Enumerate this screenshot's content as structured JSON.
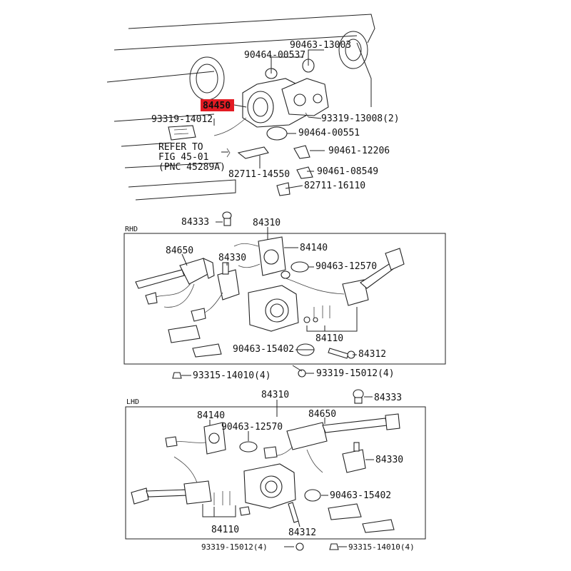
{
  "highlight_color": "#e31b23",
  "top": {
    "highlighted_part": "84450",
    "labels": {
      "p1": "90463-13003",
      "p2": "90464-00537",
      "p3": "93319-14012",
      "p4": "93319-13008(2)",
      "p5": "90464-00551",
      "p6": "90461-12206",
      "p7": "82711-14550",
      "p8": "90461-08549",
      "p9": "82711-16110"
    },
    "refer": [
      "REFER TO",
      "FIG 45-01",
      "(PNC 45289A)"
    ]
  },
  "rhd": {
    "section_label": "RHD",
    "labels": {
      "a1": "84333",
      "a2": "84310",
      "a3": "84650",
      "a4": "84330",
      "a5": "84140",
      "a6": "90463-12570",
      "a7": "84110",
      "a8": "90463-15402",
      "a9": "84312",
      "a10": "93315-14010(4)",
      "a11": "93319-15012(4)"
    }
  },
  "lhd": {
    "section_label": "LHD",
    "labels": {
      "b1": "84310",
      "b2": "84333",
      "b3": "84140",
      "b4": "90463-12570",
      "b5": "84650",
      "b6": "84330",
      "b7": "90463-15402",
      "b8": "84110",
      "b9": "84312",
      "b10": "93319-15012(4)",
      "b11": "93315-14010(4)"
    }
  }
}
